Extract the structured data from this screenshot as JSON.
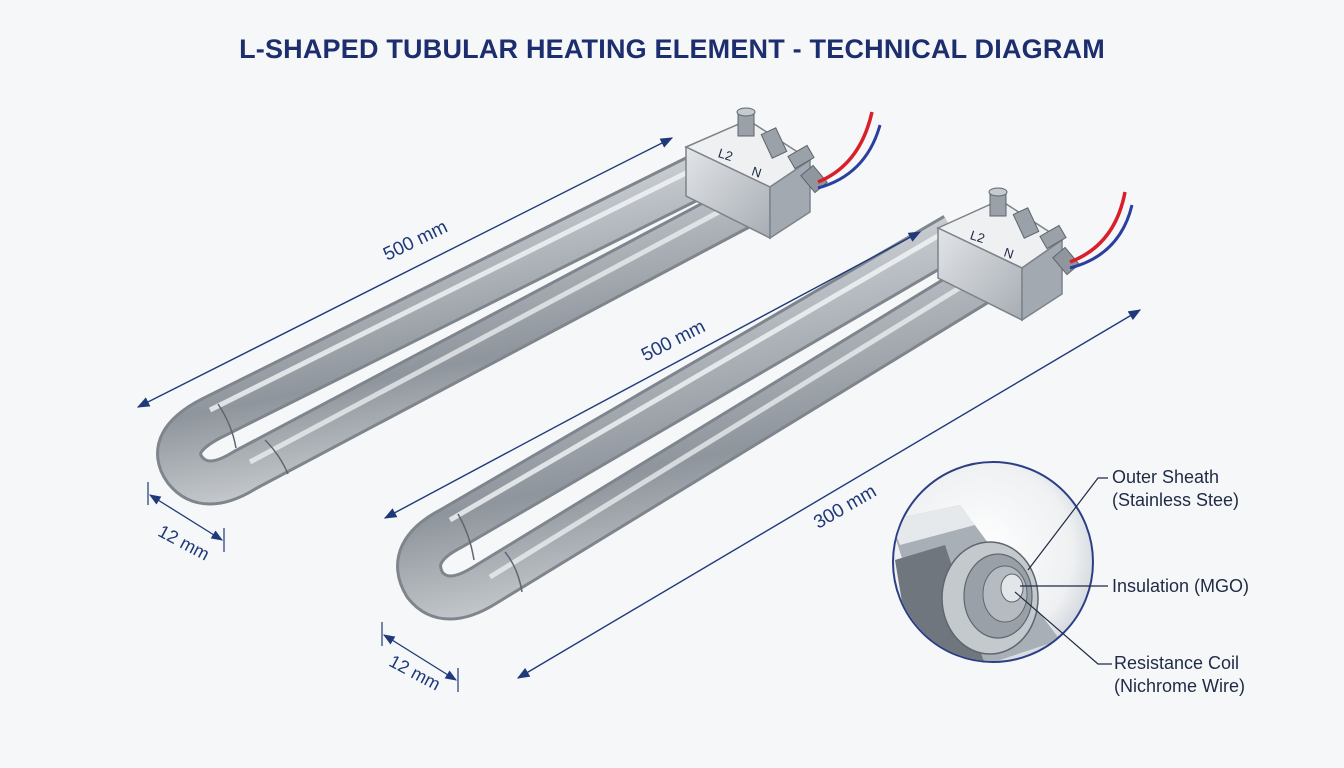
{
  "title": "L-SHAPED TUBULAR HEATING ELEMENT - TECHNICAL DIAGRAM",
  "elements": [
    {
      "terminal_labels": [
        "L2",
        "N"
      ],
      "length_label": "500 mm",
      "diameter_label": "12 mm"
    },
    {
      "terminal_labels": [
        "L2",
        "N"
      ],
      "length_label": "500 mm",
      "width_label": "300 mm",
      "diameter_label": "12 mm"
    }
  ],
  "cross_section": {
    "callouts": [
      {
        "line1": "Outer Sheath",
        "line2": "(Stainless Stee)"
      },
      {
        "line1": "Insulation (MGO)",
        "line2": ""
      },
      {
        "line1": "Resistance Coil",
        "line2": "(Nichrome Wire)"
      }
    ]
  },
  "colors": {
    "title": "#1d2e6e",
    "dimension": "#1f3a7a",
    "wire_live": "#d9202a",
    "wire_neutral": "#2a3fa0",
    "steel": "#b9bec4"
  }
}
